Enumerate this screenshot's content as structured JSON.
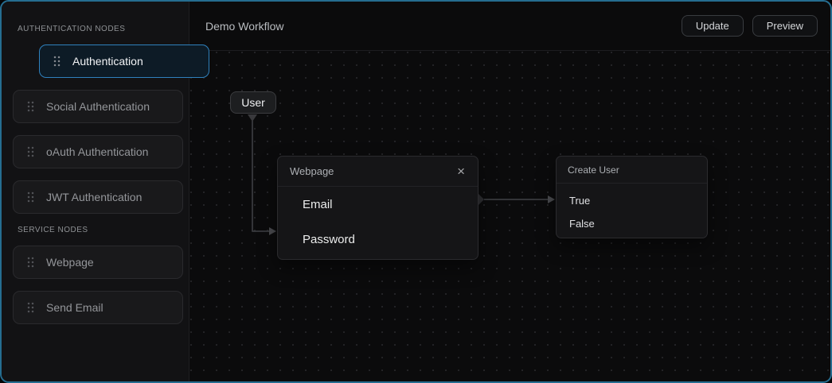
{
  "sidebar": {
    "sections": [
      {
        "label": "AUTHENTICATION NODES",
        "items": [
          {
            "label": "Authentication",
            "selected": true
          },
          {
            "label": "Social Authentication",
            "selected": false
          },
          {
            "label": "oAuth Authentication",
            "selected": false
          },
          {
            "label": "JWT Authentication",
            "selected": false
          }
        ]
      },
      {
        "label": "SERVICE NODES",
        "items": [
          {
            "label": "Webpage",
            "selected": false
          },
          {
            "label": "Send Email",
            "selected": false
          }
        ]
      }
    ]
  },
  "header": {
    "title": "Demo Workflow",
    "buttons": {
      "update": "Update",
      "preview": "Preview"
    }
  },
  "canvas": {
    "nodes": {
      "user": {
        "title": "User"
      },
      "webpage": {
        "title": "Webpage",
        "fields": {
          "email": "Email",
          "password": "Password"
        }
      },
      "create_user": {
        "title": "Create User",
        "options": {
          "true_option": "True",
          "false_option": "False"
        }
      }
    },
    "edges": [
      {
        "from": "user",
        "to": "webpage",
        "shape": "elbow-down-right-arrow"
      },
      {
        "from": "webpage",
        "to": "create_user",
        "shape": "straight-right-arrow"
      }
    ]
  },
  "icons": {
    "close": "×",
    "drag_handle": "six-dot-grip"
  },
  "colors": {
    "accent_blue": "#2f81bd",
    "window_border": "#256d90",
    "sidebar_bg": "#121214",
    "canvas_bg": "#0b0b0c",
    "node_bg": "#151517",
    "canvas_dot": "#232326"
  }
}
